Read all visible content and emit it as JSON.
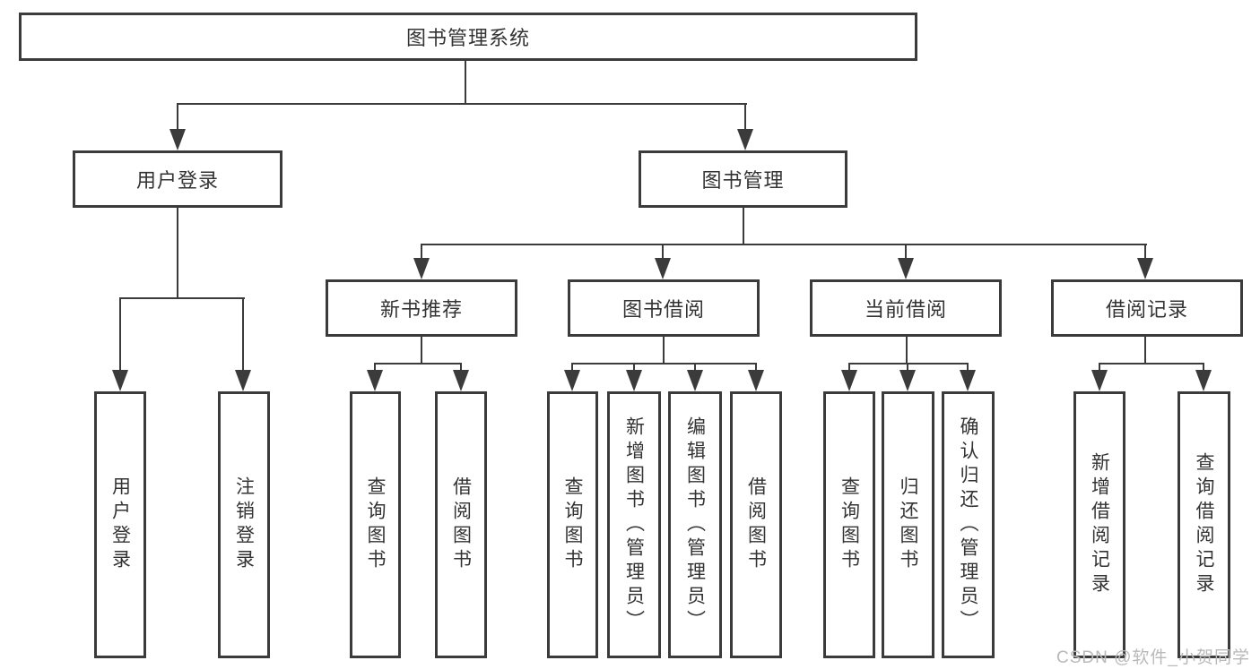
{
  "colors": {
    "line": "#3b3b3b",
    "text": "#333333",
    "watermark": "#b9b9b9",
    "background": "#ffffff"
  },
  "watermark": {
    "text": "CSDN @软件_小贺同学"
  },
  "tree": {
    "label": "图书管理系统",
    "children": [
      {
        "label": "用户登录",
        "children": [
          {
            "label": "用户登录"
          },
          {
            "label": "注销登录"
          }
        ]
      },
      {
        "label": "图书管理",
        "children": [
          {
            "label": "新书推荐",
            "children": [
              {
                "label": "查询图书"
              },
              {
                "label": "借阅图书"
              }
            ]
          },
          {
            "label": "图书借阅",
            "children": [
              {
                "label": "查询图书"
              },
              {
                "label": "新增图书（管理员）"
              },
              {
                "label": "编辑图书（管理员）"
              },
              {
                "label": "借阅图书"
              }
            ]
          },
          {
            "label": "当前借阅",
            "children": [
              {
                "label": "查询图书"
              },
              {
                "label": "归还图书"
              },
              {
                "label": "确认归还（管理员）"
              }
            ]
          },
          {
            "label": "借阅记录",
            "children": [
              {
                "label": "新增借阅记录"
              },
              {
                "label": "查询借阅记录"
              }
            ]
          }
        ]
      }
    ]
  }
}
